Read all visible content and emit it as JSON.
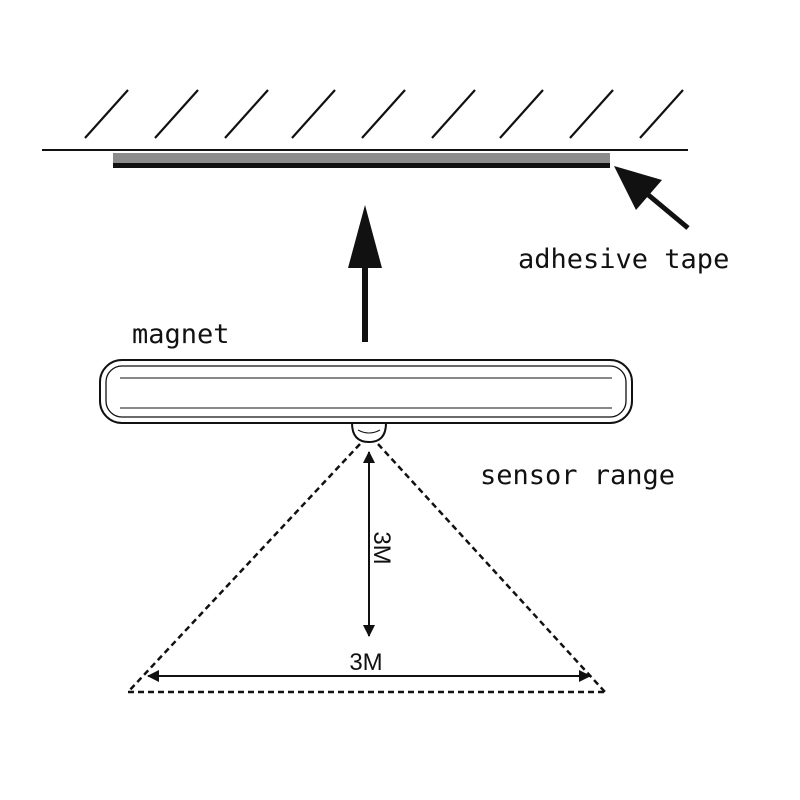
{
  "labels": {
    "adhesive_tape": "adhesive tape",
    "magnet": "magnet",
    "sensor_range": "sensor range",
    "height_dimension": "3M",
    "width_dimension": "3M"
  },
  "colors": {
    "line": "#111111",
    "tape_fill": "#8c8c8c",
    "background": "#ffffff"
  }
}
